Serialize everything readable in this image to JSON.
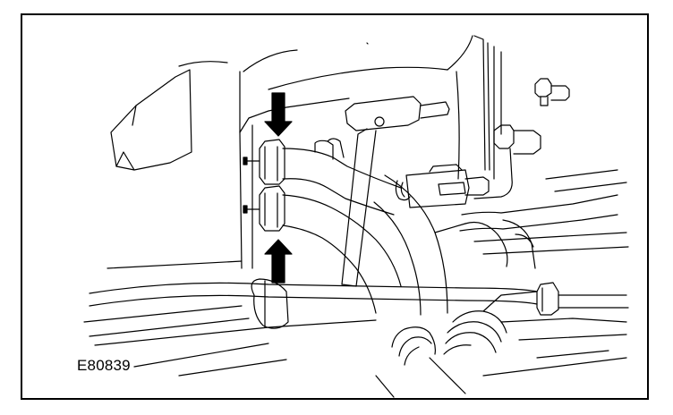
{
  "figure": {
    "reference_code": "E80839",
    "line_color": "#000000",
    "background_color": "#ffffff"
  },
  "callouts": [
    {
      "name": "down-arrow",
      "direction": "down"
    },
    {
      "name": "up-arrow",
      "direction": "up"
    }
  ]
}
